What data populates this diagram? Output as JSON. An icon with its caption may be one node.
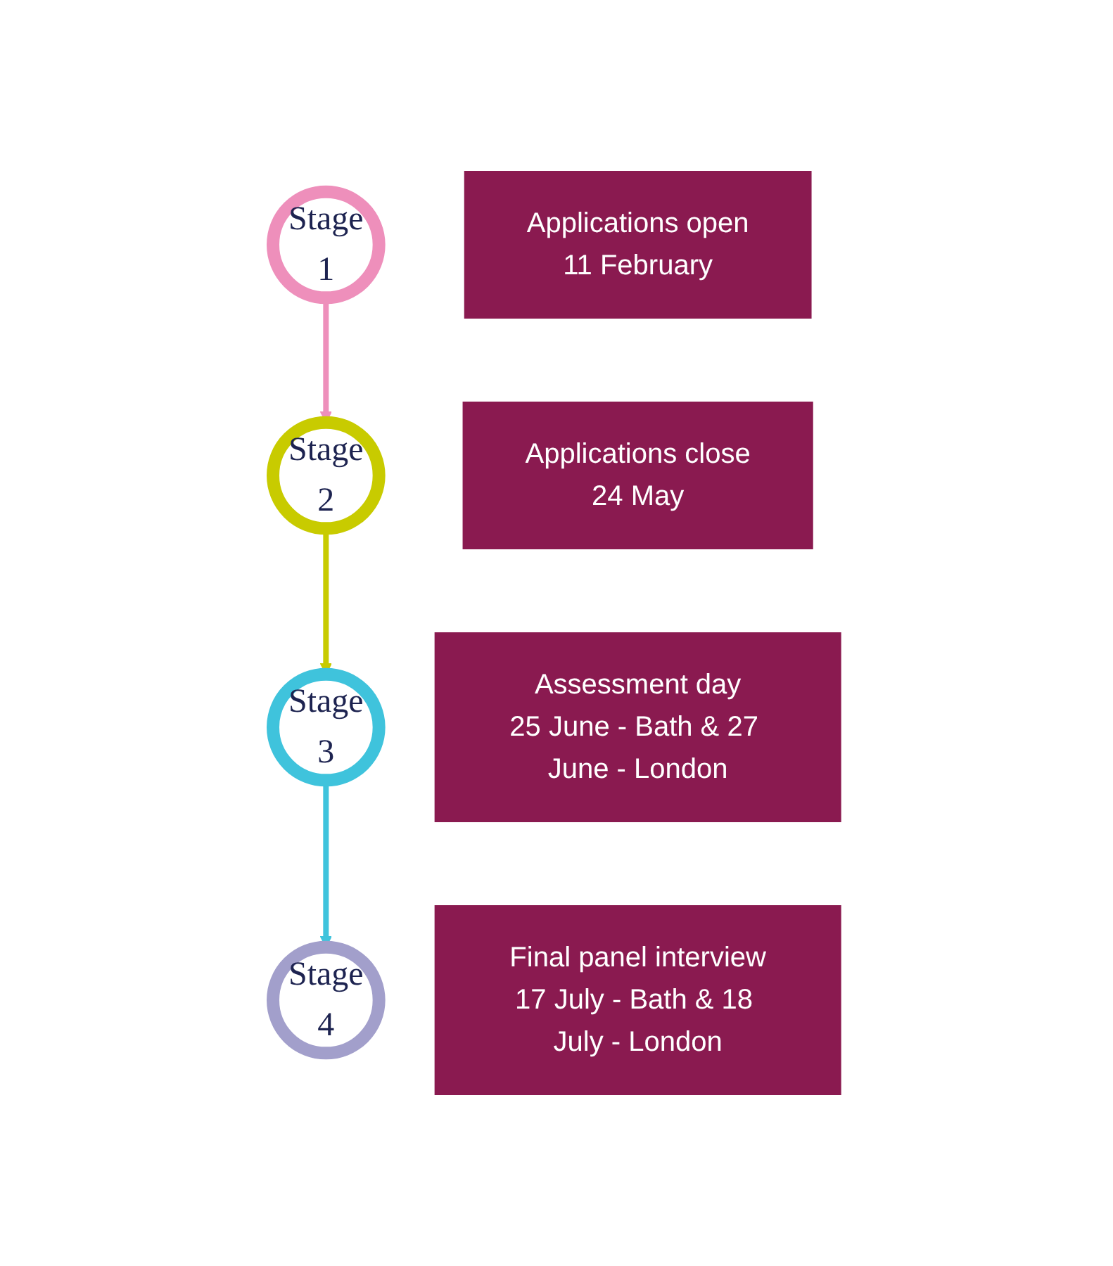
{
  "diagram": {
    "nodes": [
      {
        "text": [
          "Stage",
          "1"
        ]
      },
      {
        "text": [
          "Applications open",
          "11 February"
        ]
      },
      {
        "text": [
          "Stage",
          "2"
        ]
      },
      {
        "text": [
          "Applications close",
          "24 May"
        ]
      },
      {
        "text": [
          "Stage",
          "3"
        ]
      },
      {
        "text": [
          "Assessment day",
          "25 June - Bath & 27 June - London"
        ]
      },
      {
        "text": [
          "Stage",
          "4"
        ]
      },
      {
        "text": [
          "Final panel interview",
          "17 July - Bath & 18 July - London"
        ]
      }
    ],
    "edges": [
      {
        "from": 0,
        "to": 2,
        "arrow": "to",
        "color": "#ee8fbb"
      },
      {
        "from": 2,
        "to": 4,
        "arrow": "to",
        "color": "#c8cb00"
      },
      {
        "from": 4,
        "to": 6,
        "arrow": "to",
        "color": "#3fc3dc"
      }
    ]
  }
}
